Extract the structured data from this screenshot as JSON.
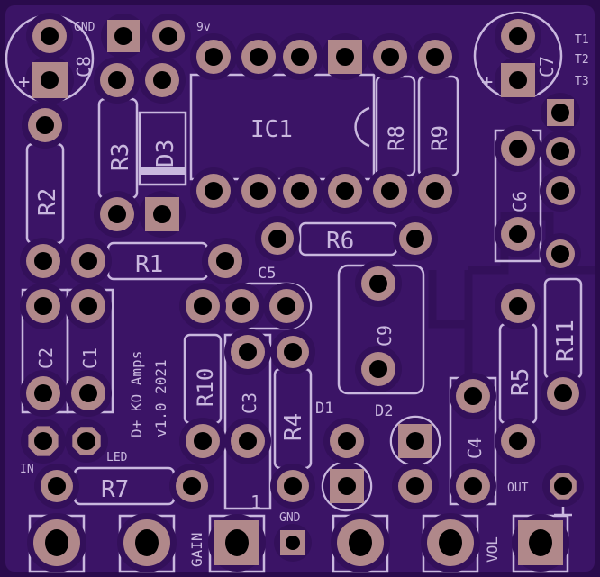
{
  "colors": {
    "board": "#3b1466",
    "edge": "#2a0b4c",
    "pad": "#b0888a",
    "silk": "#c9b8de",
    "hole": "#000000"
  },
  "labels": {
    "C8": "C8",
    "GND_top": "GND",
    "9v": "9v",
    "IC1": "IC1",
    "R8": "R8",
    "R9": "R9",
    "C7": "C7",
    "T1": "T1",
    "T2": "T2",
    "T3": "T3",
    "R2": "R2",
    "R3": "R3",
    "D3": "D3",
    "R1": "R1",
    "R6": "R6",
    "C6": "C6",
    "C5": "C5",
    "C9": "C9",
    "C2": "C2",
    "C1": "C1",
    "credit1": "D+ KO Amps",
    "credit2": "v1.0 2021",
    "R10": "R10",
    "C3": "C3",
    "R4": "R4",
    "D1": "D1",
    "D2": "D2",
    "C4": "C4",
    "R5": "R5",
    "R11": "R11",
    "LED": "LED",
    "IN": "IN",
    "R7": "R7",
    "OUT": "OUT",
    "pin1": "1",
    "GND_bottom": "GND",
    "GAIN": "GAIN",
    "VOL": "VOL",
    "plus_c8": "+",
    "plus_c7": "+"
  }
}
